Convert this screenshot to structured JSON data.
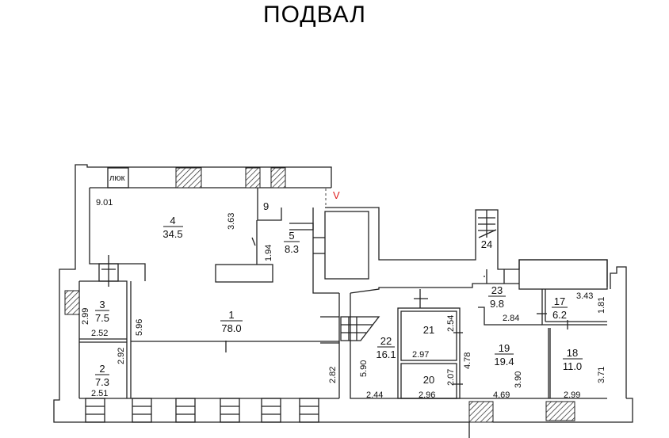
{
  "title": "ПОДВАЛ",
  "hatch_label": "люк",
  "marker": "V",
  "marker_color": "#e02020",
  "rooms": {
    "r1": {
      "number": "1",
      "area": "78.0"
    },
    "r2": {
      "number": "2",
      "area": "7.3"
    },
    "r3": {
      "number": "3",
      "area": "7.5"
    },
    "r4": {
      "number": "4",
      "area": "34.5"
    },
    "r5": {
      "number": "5",
      "area": "8.3"
    },
    "r9": {
      "number": "9"
    },
    "r17": {
      "number": "17",
      "area": "6.2"
    },
    "r18": {
      "number": "18",
      "area": "11.0"
    },
    "r19": {
      "number": "19",
      "area": "19.4"
    },
    "r20": {
      "number": "20"
    },
    "r21": {
      "number": "21"
    },
    "r22": {
      "number": "22",
      "area": "16.1"
    },
    "r23": {
      "number": "23",
      "area": "9.8"
    },
    "r24": {
      "number": "24"
    }
  },
  "dims": {
    "d901": "9.01",
    "d363": "3.63",
    "d194": "1.94",
    "d299a": "2.99",
    "d252": "2.52",
    "d596": "5.96",
    "d292": "2.92",
    "d251": "2.51",
    "d282": "2.82",
    "d590": "5.90",
    "d244": "2.44",
    "d254": "2.54",
    "d297": "2.97",
    "d478": "4.78",
    "d207": "2.07",
    "d296": "2.96",
    "d390": "3.90",
    "d469": "4.69",
    "d284": "2.84",
    "d343": "3.43",
    "d181": "1.81",
    "d371": "3.71",
    "d299b": "2.99"
  }
}
